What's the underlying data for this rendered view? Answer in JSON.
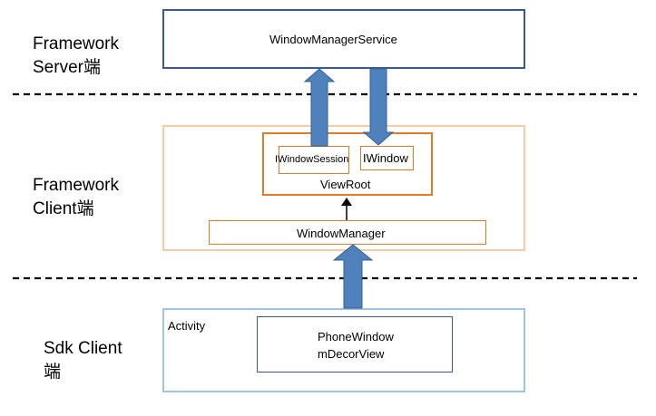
{
  "layers": {
    "server": {
      "label": "Framework\nServer端",
      "box_label": "WindowManagerService"
    },
    "client": {
      "label": "Framework\nClient端",
      "viewroot_label": "ViewRoot",
      "iwindowsession_label": "IWindowSession",
      "iwindow_label": "IWindow",
      "windowmanager_label": "WindowManager"
    },
    "sdk": {
      "label": "Sdk Client\n端",
      "activity_label": "Activity",
      "phonewindow_label": "PhoneWindow",
      "decorview_label": "mDecorView"
    }
  },
  "colors": {
    "server_border": "#3a5a8c",
    "client_outer_border": "#f8cba6",
    "client_inner_border": "#e07b2a",
    "sdk_outer_border": "#9dc3e6",
    "sdk_inner_border": "#3a5a8c",
    "arrow_fill": "#4f81bd",
    "arrow_stroke": "#365f91"
  }
}
